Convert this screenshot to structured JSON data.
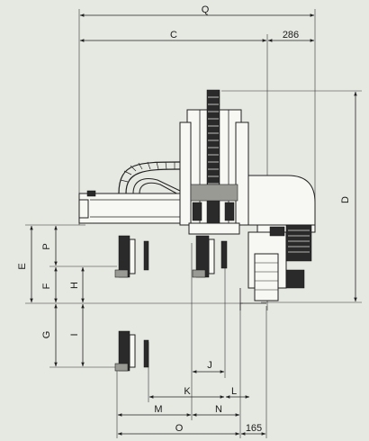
{
  "dimensions": {
    "Q": "Q",
    "C": "C",
    "val_286": "286",
    "D": "D",
    "E": "E",
    "P": "P",
    "F": "F",
    "H": "H",
    "G": "G",
    "I": "I",
    "J": "J",
    "K": "K",
    "L": "L",
    "M": "M",
    "N": "N",
    "O": "O",
    "val_165": "165"
  },
  "colors": {
    "background": "#e6e8e2",
    "line": "#222222"
  }
}
